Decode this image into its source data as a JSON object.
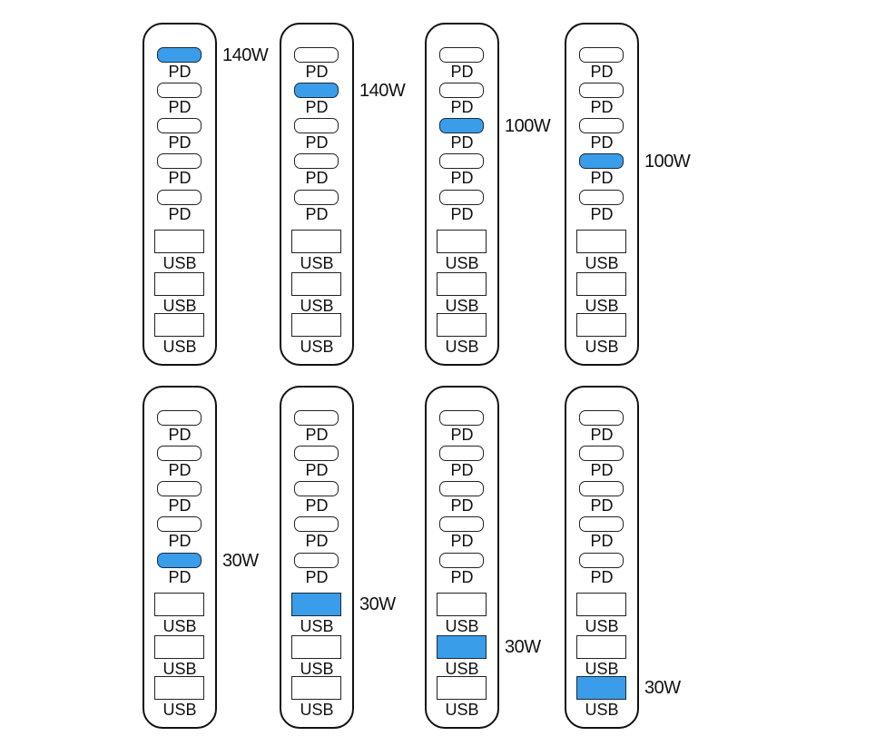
{
  "accent_color": "#3a9de9",
  "port_labels": {
    "pd": "PD",
    "usb": "USB"
  },
  "strips": [
    {
      "name": "strip-1",
      "active_port": 0,
      "wattage": "140W"
    },
    {
      "name": "strip-2",
      "active_port": 1,
      "wattage": "140W"
    },
    {
      "name": "strip-3",
      "active_port": 2,
      "wattage": "100W"
    },
    {
      "name": "strip-4",
      "active_port": 3,
      "wattage": "100W"
    },
    {
      "name": "strip-5",
      "active_port": 4,
      "wattage": "30W"
    },
    {
      "name": "strip-6",
      "active_port": 5,
      "wattage": "30W"
    },
    {
      "name": "strip-7",
      "active_port": 6,
      "wattage": "30W"
    },
    {
      "name": "strip-8",
      "active_port": 7,
      "wattage": "30W"
    }
  ],
  "ports": [
    "pd",
    "pd",
    "pd",
    "pd",
    "pd",
    "usb",
    "usb",
    "usb"
  ]
}
